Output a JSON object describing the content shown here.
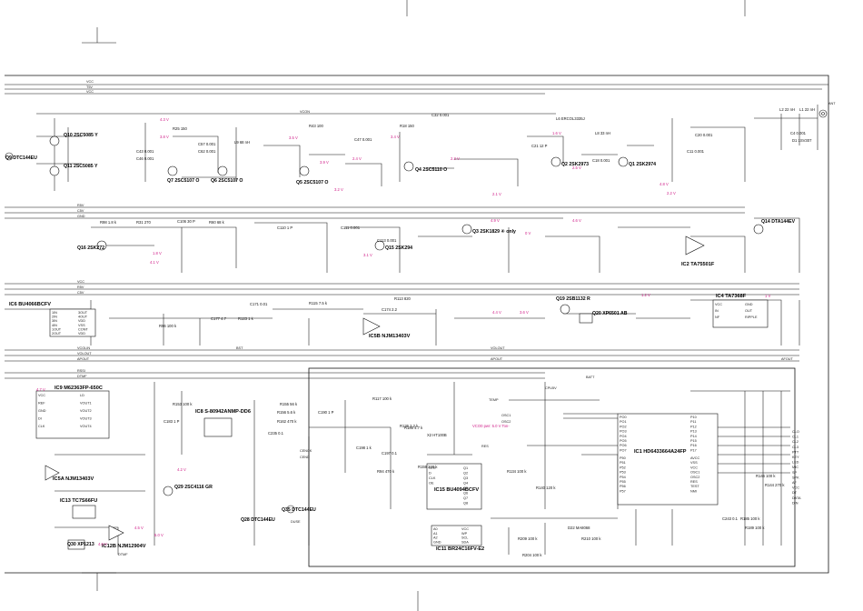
{
  "ics": [
    {
      "label": "IC6 BU4066BCFV"
    },
    {
      "label": "IC9 M62363FP-650C"
    },
    {
      "label": "IC8 S-80942ANMP-DD6"
    },
    {
      "label": "IC5A NJM13403V"
    },
    {
      "label": "IC13 TC7S66FU"
    },
    {
      "label": "IC12B NJM12904V"
    },
    {
      "label": "IC1 HD6433664A24FP"
    },
    {
      "label": "IC15 BU4094BCFV"
    },
    {
      "label": "IC11 BR24C16FV-E2"
    },
    {
      "label": "IC4 TA7368F"
    },
    {
      "label": "IC2 TA75501F"
    },
    {
      "label": "IC5B NJM13403V"
    }
  ],
  "transistors": [
    {
      "label": "Q10 2SC5085 Y"
    },
    {
      "label": "Q11 2SC5085 Y"
    },
    {
      "label": "Q7 2SC5107 O"
    },
    {
      "label": "Q6 2SC5107 O"
    },
    {
      "label": "Q5 2SC5107 O"
    },
    {
      "label": "Q4 2SC5110 O"
    },
    {
      "label": "Q2 2SK2973"
    },
    {
      "label": "Q1 2SK2974"
    },
    {
      "label": "Q3 2SK1829 ④ only"
    },
    {
      "label": "Q15 2SK294"
    },
    {
      "label": "Q16 2SK272"
    },
    {
      "label": "Q14 DTA144EV"
    },
    {
      "label": "Q19 2SB1132 R"
    },
    {
      "label": "Q20 XP6501 AB"
    },
    {
      "label": "Q29 2SC4116 GR"
    },
    {
      "label": "Q28 DTC144EU"
    },
    {
      "label": "Q35 DTC144EU"
    },
    {
      "label": "Q30 XP1213"
    },
    {
      "label": "Q9 DTC144EU"
    }
  ],
  "rails": {
    "vcc": "VCC",
    "tsv": "T5V",
    "vcc_b": "VCC",
    "vcon": "VCON",
    "r5v": "R5V",
    "c5v": "C5V",
    "gnd": "GND",
    "vcc_c": "VCC",
    "r5v_b": "R5V",
    "c5v_b": "C5V"
  },
  "signals": {
    "vcolin": "VCOLIN",
    "volout": "VOLOUT",
    "apout": "APOUT",
    "afout": "AFOUT",
    "rssi": "RSSI",
    "dtmf": "DTMF",
    "bst": "BST",
    "cpu5v": "CPU5V",
    "batt": "BATT",
    "temp": "TEMP",
    "osc1": "OSC1",
    "osc2": "OSC2",
    "res": "RES",
    "dusb": "DUSE",
    "cenck": "CENCK",
    "cend": "CEND",
    "ant": "ANT",
    "dtmf_b": "DTMF"
  },
  "parts": [
    {
      "label": "C43 0.001"
    },
    {
      "label": "C46 0.001"
    },
    {
      "label": "R25 150"
    },
    {
      "label": "C57 0.001"
    },
    {
      "label": "C62 0.001"
    },
    {
      "label": "L9 68 nH"
    },
    {
      "label": "R43 100"
    },
    {
      "label": "C47 0.001"
    },
    {
      "label": "R18 150"
    },
    {
      "label": "C32 0.001"
    },
    {
      "label": "L6 ERCOL3335J"
    },
    {
      "label": "L8 33 nH"
    },
    {
      "label": "C21 12 P"
    },
    {
      "label": "C18 0.001"
    },
    {
      "label": "L2 22 nH"
    },
    {
      "label": "L1 22 nH"
    },
    {
      "label": "C4 0.001"
    },
    {
      "label": "D1 1SV307"
    },
    {
      "label": "C20 0.001"
    },
    {
      "label": "C11 0.001"
    },
    {
      "label": "R98 1.8 k"
    },
    {
      "label": "R31 270"
    },
    {
      "label": "R60 68 k"
    },
    {
      "label": "C110 1 P"
    },
    {
      "label": "C106 30 P"
    },
    {
      "label": "C111 0.001"
    },
    {
      "label": "C113 0.001"
    },
    {
      "label": "C171 0.01"
    },
    {
      "label": "R115 7.5 k"
    },
    {
      "label": "R113 820"
    },
    {
      "label": "C174 2.2"
    },
    {
      "label": "R96 100 k"
    },
    {
      "label": "C177 4.7"
    },
    {
      "label": "R123 1 k"
    },
    {
      "label": "R153 100 k"
    },
    {
      "label": "R155 56 k"
    },
    {
      "label": "R156 5.6 k"
    },
    {
      "label": "R162 470 k"
    },
    {
      "label": "C198 1 k"
    },
    {
      "label": "C235 0.1"
    },
    {
      "label": "R117 100 k"
    },
    {
      "label": "R136 2.2 k"
    },
    {
      "label": "R94 470 k"
    },
    {
      "label": "R159 220 k"
    },
    {
      "label": "R134 100 k"
    },
    {
      "label": "R140 120 k"
    },
    {
      "label": "D22 MA8068"
    },
    {
      "label": "R209 100 k"
    },
    {
      "label": "R210 100 k"
    },
    {
      "label": "R204 100 k"
    },
    {
      "label": "C243 0.1"
    },
    {
      "label": "R185 100 k"
    },
    {
      "label": "R189 100 k"
    },
    {
      "label": "R186 4.7 k"
    },
    {
      "label": "X2 HT100B"
    },
    {
      "label": "C190 1 P"
    },
    {
      "label": "C197 0.1"
    },
    {
      "label": "C183 1 P"
    },
    {
      "label": "R146 100 k"
    },
    {
      "label": "R144 270 k"
    }
  ],
  "notes": [
    {
      "text": "4.3 V"
    },
    {
      "text": "3.8 V"
    },
    {
      "text": "3.5 V"
    },
    {
      "text": "3.9 V"
    },
    {
      "text": "3.2 V"
    },
    {
      "text": "2.4 V"
    },
    {
      "text": "3.4 V"
    },
    {
      "text": "2.3 V"
    },
    {
      "text": "2.1 V"
    },
    {
      "text": "1.6 V"
    },
    {
      "text": "2.5 V"
    },
    {
      "text": "4.8 V"
    },
    {
      "text": "2.2 V"
    },
    {
      "text": "1.8 V"
    },
    {
      "text": "4.1 V"
    },
    {
      "text": "3.1 V"
    },
    {
      "text": "4.9 V"
    },
    {
      "text": "0 V"
    },
    {
      "text": "4.6 V"
    },
    {
      "text": "4.4 V"
    },
    {
      "text": "3.6 V"
    },
    {
      "text": "1.2 V"
    },
    {
      "text": "1 V"
    },
    {
      "text": "4.7 V"
    },
    {
      "text": "4.2 V"
    },
    {
      "text": "4.5 V"
    },
    {
      "text": "5.0 V"
    },
    {
      "text": "4.0 V"
    },
    {
      "text": "VCO0 pwr: 5.0 V Ton-"
    }
  ],
  "pin_labels": {
    "ic6": [
      "1IN",
      "2IN",
      "3IN",
      "4IN",
      "1OUT",
      "2OUT",
      "3OUT",
      "4OUT",
      "VDD",
      "VSS",
      "CONT",
      "VDD"
    ],
    "ic9": [
      "VCC",
      "REF",
      "GND",
      "DI",
      "CLK",
      "LD",
      "VOUT1",
      "VOUT2",
      "VOUT3",
      "VOUT4"
    ],
    "ic1": [
      "PO0",
      "PO1",
      "PO2",
      "PO3",
      "PO4",
      "PO5",
      "PO6",
      "PO7",
      "P10",
      "P11",
      "P12",
      "P13",
      "P14",
      "P15",
      "P16",
      "P17",
      "P50",
      "P51",
      "P52",
      "P53",
      "P54",
      "P55",
      "P56",
      "P57",
      "AVCC",
      "VSS",
      "VCC",
      "OSC1",
      "OSC2",
      "RES",
      "TEST",
      "NMI"
    ],
    "ic4": [
      "VCC",
      "IN",
      "NF",
      "GND",
      "OUT",
      "RIPPLE"
    ],
    "ic15": [
      "STR",
      "D",
      "CLK",
      "OE",
      "Q1",
      "Q2",
      "Q3",
      "Q4",
      "Q5",
      "Q6",
      "Q7",
      "Q8"
    ],
    "ic11": [
      "A0",
      "A1",
      "A2",
      "GND",
      "VCC",
      "WP",
      "SCL",
      "SDA"
    ]
  },
  "right_connector": [
    "CLO",
    "CL1",
    "CL2",
    "CL3",
    "PTT",
    "KEY",
    "LED",
    "MIC",
    "SP",
    "SPK",
    "AF",
    "VCC",
    "DT",
    "DATA",
    "DIN"
  ]
}
